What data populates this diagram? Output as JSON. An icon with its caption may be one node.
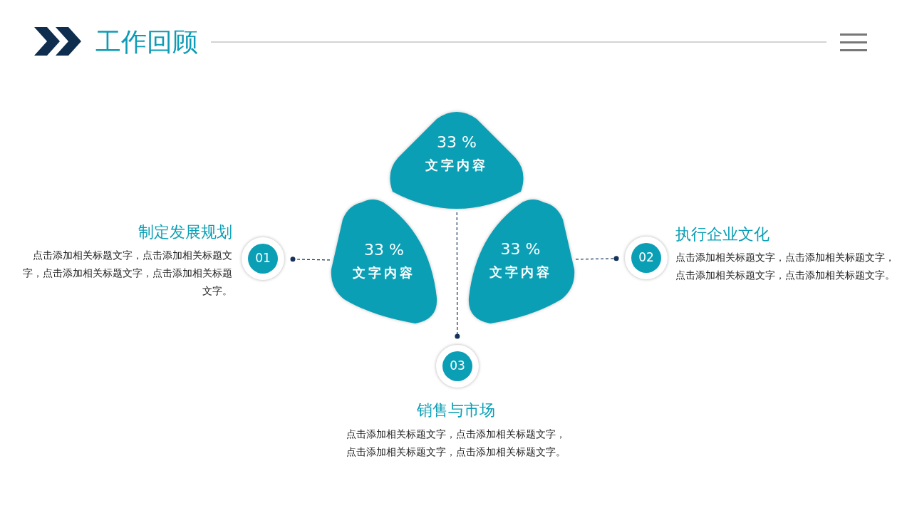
{
  "diagram": {
    "title": "工作回顾",
    "nodes": [
      {
        "text": [
          "33 %",
          "文字内容"
        ]
      },
      {
        "text": [
          "33 %",
          "文字内容"
        ]
      },
      {
        "text": [
          "33 %",
          "文字内容"
        ]
      },
      {
        "text": [
          "01"
        ],
        "beside": [
          "制定发展规划",
          "点击添加相关标题文字，点击添加相关标题文字，点击添加相关标题文字，点击添加相关标题文字。"
        ]
      },
      {
        "text": [
          "02"
        ],
        "beside": [
          "执行企业文化",
          "点击添加相关标题文字，点击添加相关标题文字，点击添加相关标题文字，点击添加相关标题文字。"
        ]
      },
      {
        "text": [
          "03"
        ],
        "beside": [
          "销售与市场",
          "点击添加相关标题文字，点击添加相关标题文字，点击添加相关标题文字，点击添加相关标题文字。"
        ]
      }
    ],
    "edges": [
      {
        "from": 1,
        "to": 3,
        "arrow": "other",
        "style": "dashed"
      },
      {
        "from": 2,
        "to": 4,
        "arrow": "other",
        "style": "dashed"
      },
      {
        "from": 0,
        "to": 5,
        "arrow": "other",
        "style": "dashed"
      }
    ]
  }
}
